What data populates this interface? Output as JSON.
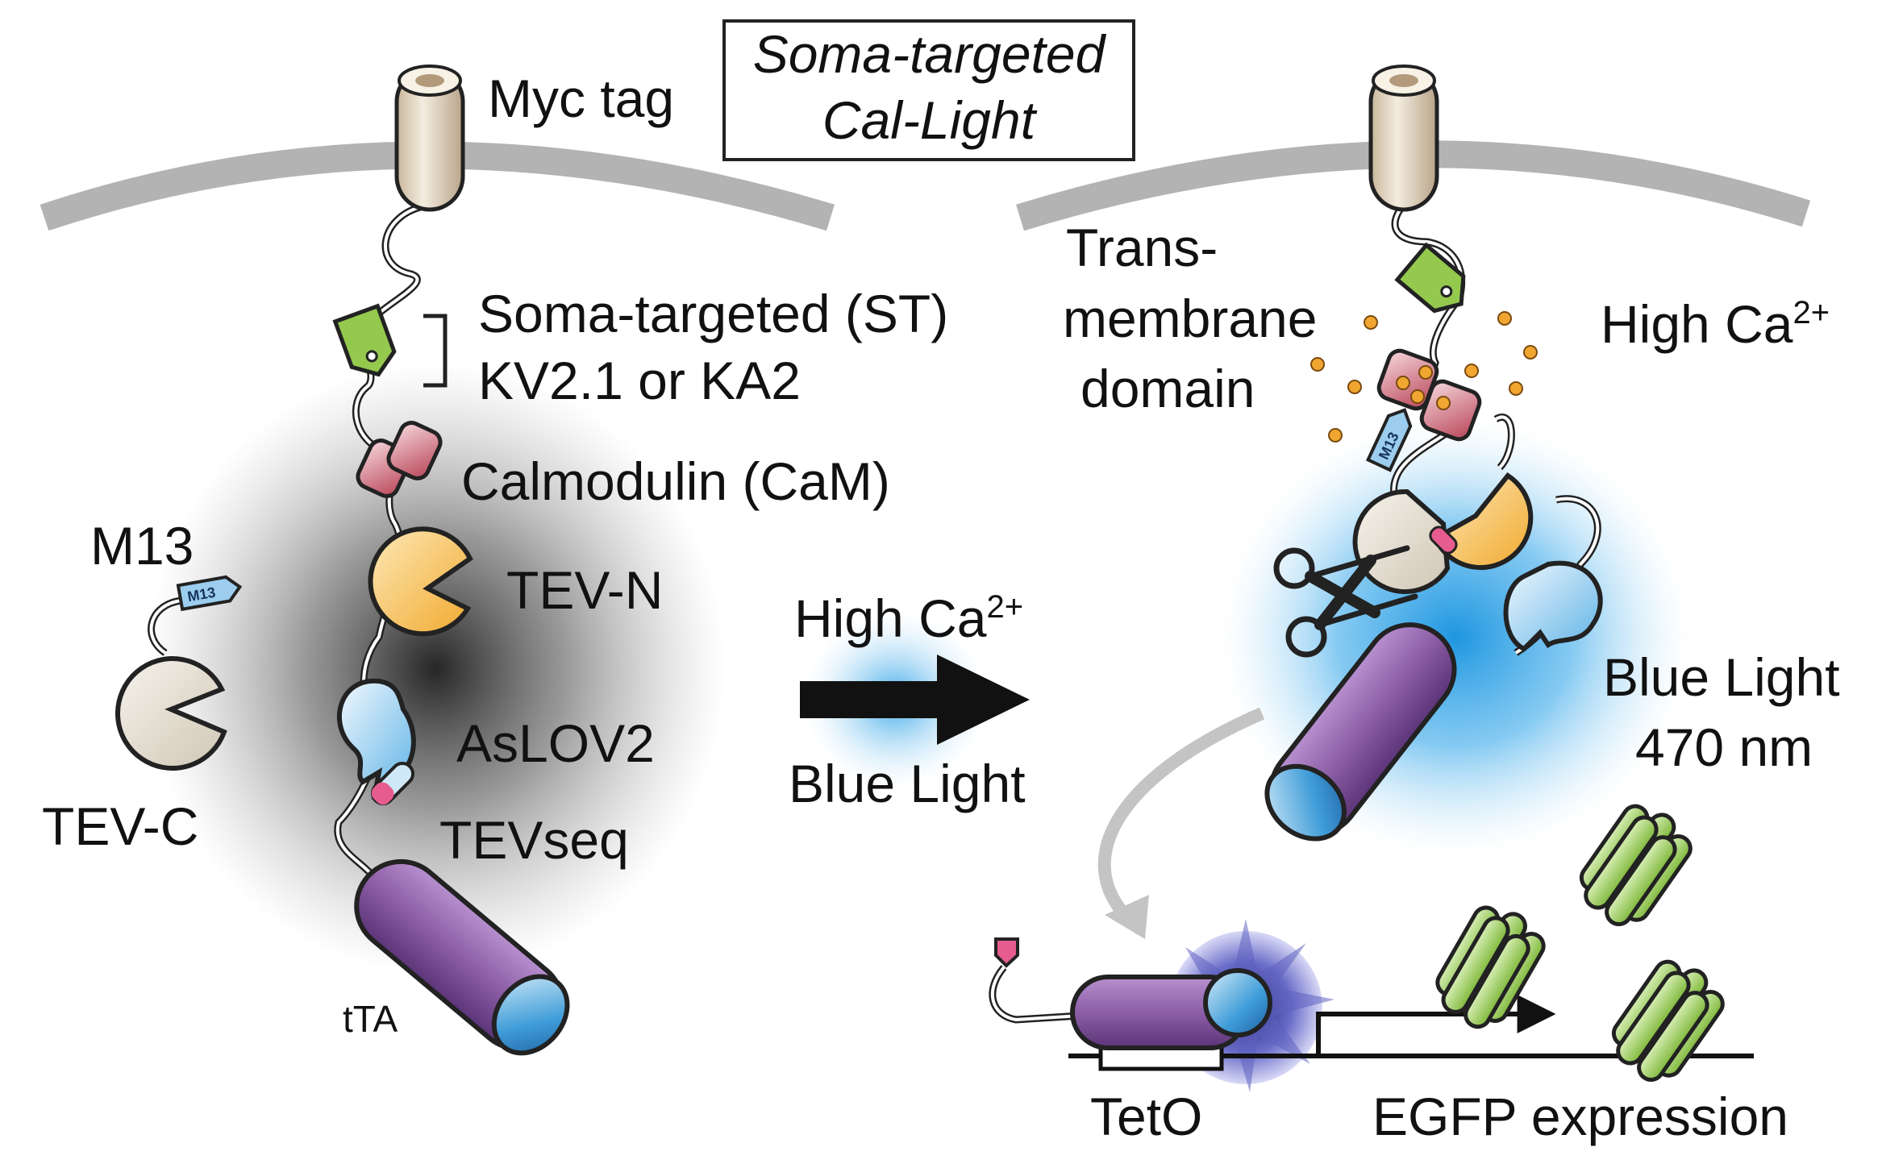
{
  "title": {
    "line1": "Soma-targeted",
    "line2": "Cal-Light"
  },
  "left_state": {
    "myc_tag": "Myc tag",
    "st_line1": "Soma-targeted (ST)",
    "st_line2": "KV2.1 or KA2",
    "calmodulin": "Calmodulin (CaM)",
    "m13": "M13",
    "m13_tag": "M13",
    "tev_n": "TEV-N",
    "tev_c": "TEV-C",
    "aslov2": "AsLOV2",
    "tevseq": "TEVseq",
    "tta": "tTA"
  },
  "transition": {
    "top": "High Ca",
    "top_sup": "2+",
    "bottom": "Blue Light"
  },
  "right_state": {
    "tm_line1": "Trans-",
    "tm_line2": "membrane",
    "tm_line3": "domain",
    "high_ca": "High Ca",
    "high_ca_sup": "2+",
    "m13_tag": "M13",
    "blue_line1": "Blue Light",
    "blue_line2": "470 nm"
  },
  "expression": {
    "teto": "TetO",
    "egfp": "EGFP expression"
  },
  "colors": {
    "membrane": "#b3b3b3",
    "myc": "#e8dcc6",
    "st_tag": "#94c94e",
    "calmodulin": "#cf6f7d",
    "tev_n": "#f7c45c",
    "tev_c": "#e8e2d6",
    "aslov2": "#9ccdee",
    "tta": "#8c5ea6",
    "egfp": "#a8d46a",
    "blue_glow": "#2ea2e6"
  }
}
